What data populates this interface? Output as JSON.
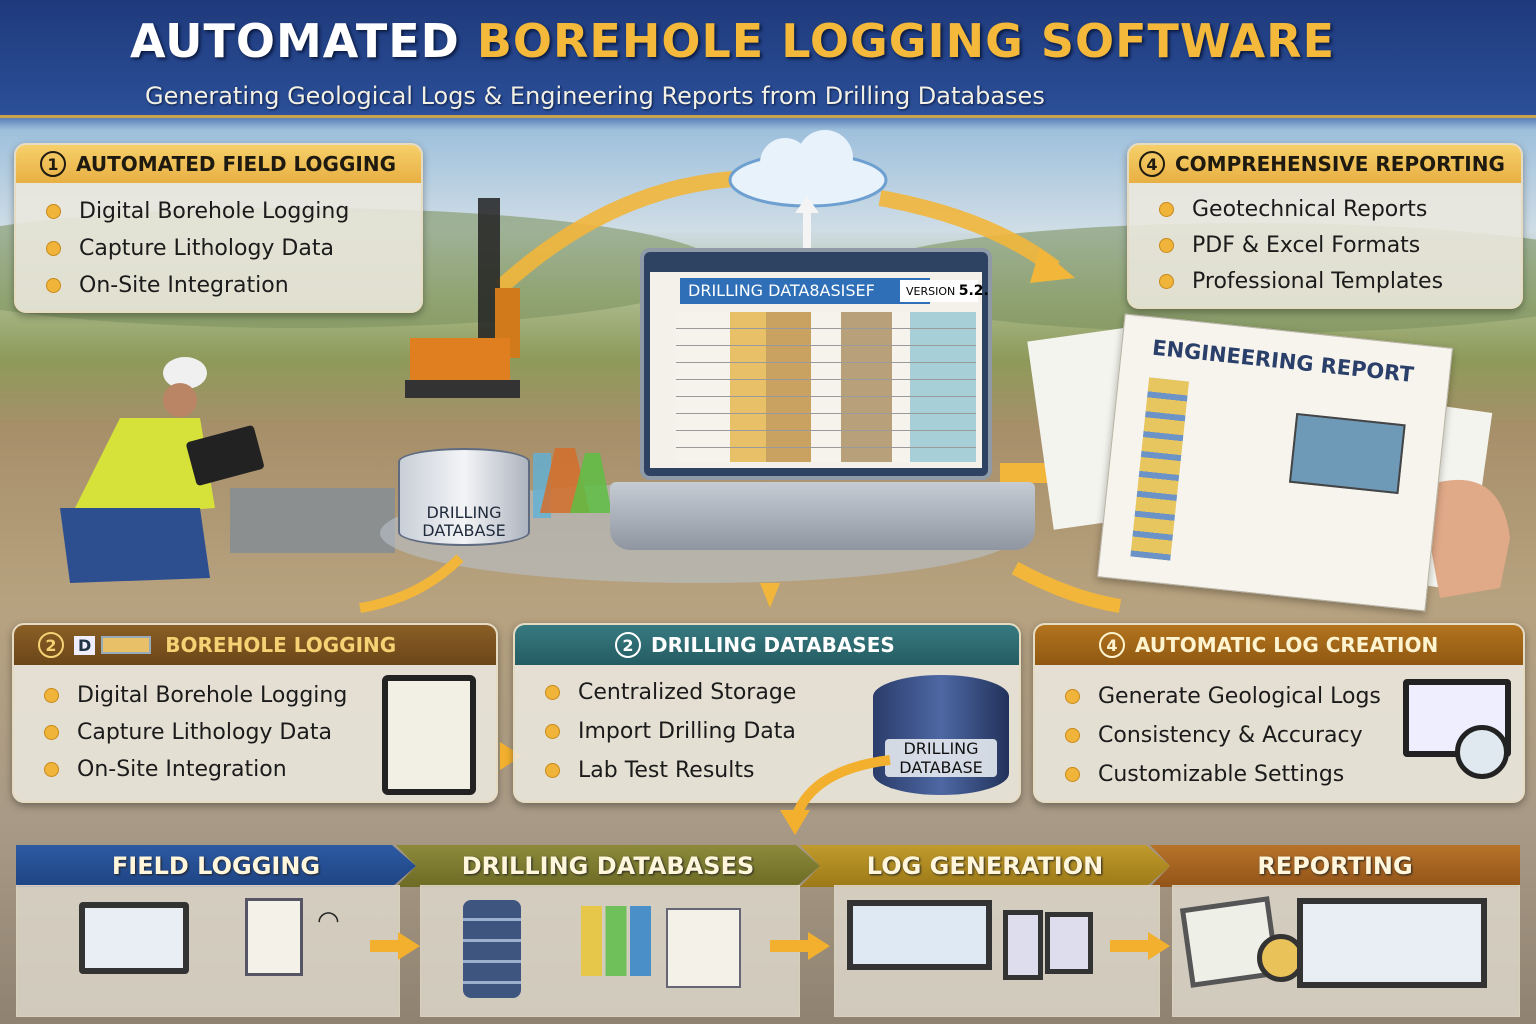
{
  "header": {
    "title_white": "AUTOMATED",
    "title_gold": "BOREHOLE LOGGING SOFTWARE",
    "subtitle": "Generating Geological Logs & Engineering Reports from Drilling Databases"
  },
  "colors": {
    "header_bg": "#27468c",
    "accent_gold": "#f4b93a",
    "bullet": "#f1b43a",
    "teal_header": "#2f6b73",
    "brown_header": "#7a5320"
  },
  "panels": {
    "field_logging": {
      "number": "1",
      "title": "AUTOMATED FIELD LOGGING",
      "items": [
        "Digital Borehole Logging",
        "Capture Lithology Data",
        "On-Site Integration"
      ]
    },
    "reporting": {
      "number": "4",
      "title": "COMPREHENSIVE REPORTING",
      "items": [
        "Geotechnical Reports",
        "PDF & Excel Formats",
        "Professional Templates"
      ]
    },
    "borehole_logging": {
      "number": "2",
      "prefix": "D",
      "title": "BOREHOLE LOGGING",
      "items": [
        "Digital Borehole Logging",
        "Capture Lithology Data",
        "On-Site Integration"
      ]
    },
    "drilling_databases": {
      "number": "2",
      "title": "DRILLING DATABASES",
      "items": [
        "Centralized Storage",
        "Import Drilling Data",
        "Lab Test Results"
      ]
    },
    "log_creation": {
      "number": "4",
      "title": "AUTOMATIC LOG CREATION",
      "items": [
        "Generate Geological Logs",
        "Consistency & Accuracy",
        "Customizable Settings"
      ]
    }
  },
  "laptop": {
    "screen_title": "DRILLING DATA8ASISEF",
    "version_label": "VERSION",
    "version": "5.2."
  },
  "database_label": {
    "line1": "DRILLING",
    "line2": "DATABASE"
  },
  "report": {
    "title": "ENGINEERING REPORT"
  },
  "workflow": {
    "steps": [
      "FIELD LOGGING",
      "DRILLING DATABASES",
      "LOG GENERATION",
      "REPORTING"
    ]
  }
}
